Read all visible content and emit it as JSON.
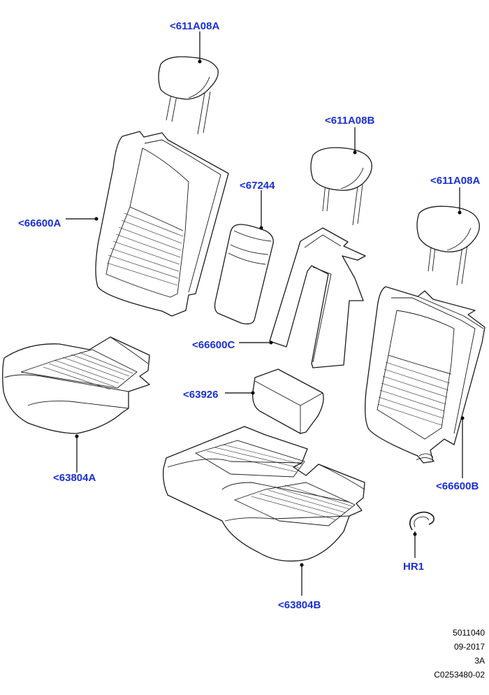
{
  "colors": {
    "callout": "#1a2fd6",
    "line": "#1a1a1a"
  },
  "callouts": {
    "hr_left": "<611A08A",
    "hr_middle": "<611A08B",
    "hr_right": "<611A08A",
    "armrest": "<67244",
    "back_left": "<66600A",
    "back_center": "<66600C",
    "back_right": "<66600B",
    "cushion_left": "<63804A",
    "cushion_right": "<63804B",
    "bolster": "<63926",
    "clip": "HR1"
  },
  "reference": {
    "line1": "5011040",
    "line2": "09-2017",
    "line3": "3A",
    "line4": "C0253480-02"
  }
}
